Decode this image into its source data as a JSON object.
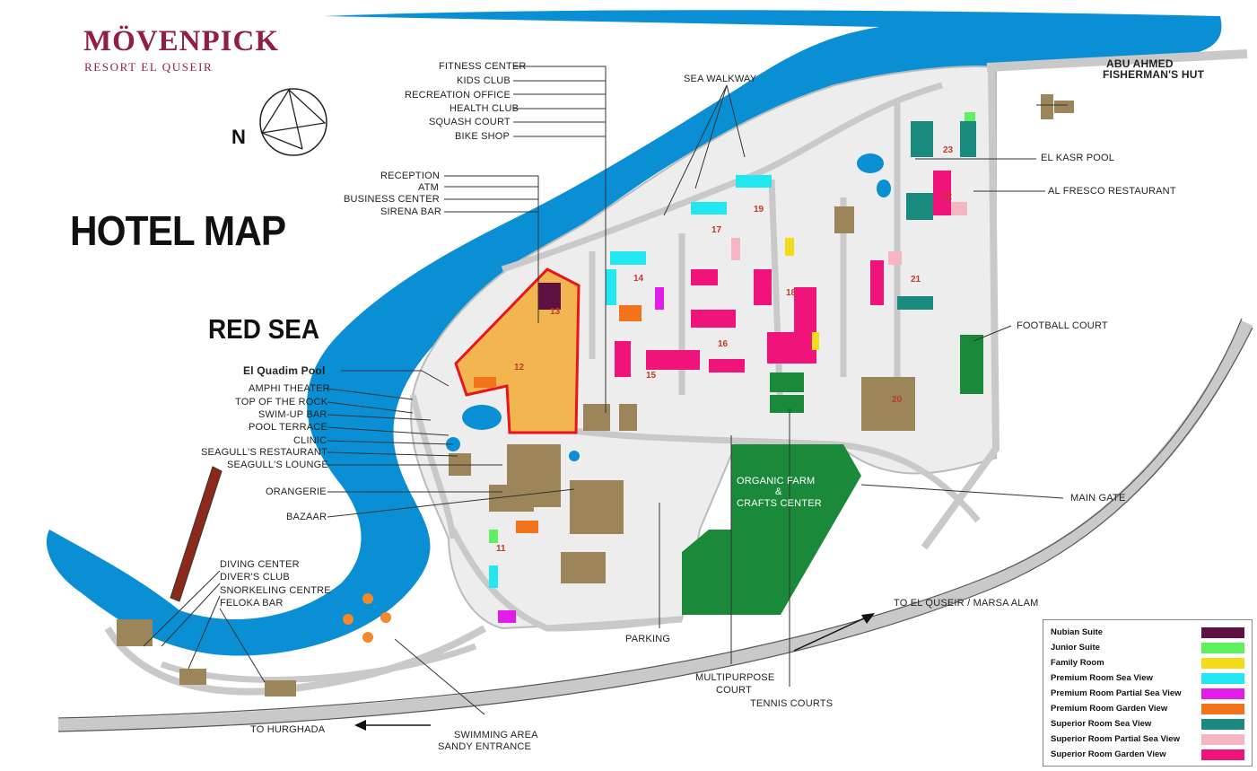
{
  "brand": {
    "name": "MÖVENPICK",
    "subtitle": "RESORT EL QUSEIR",
    "color": "#8f1f46"
  },
  "compass": {
    "label": "N"
  },
  "title": "HOTEL MAP",
  "sea_label": "RED SEA",
  "labels": {
    "fitness_center": "FITNESS CENTER",
    "kids_club": "KIDS CLUB",
    "recreation_office": "RECREATION OFFICE",
    "health_club": "HEALTH CLUB",
    "squash_court": "SQUASH COURT",
    "bike_shop": "BIKE SHOP",
    "reception": "RECEPTION",
    "atm": "ATM",
    "business_center": "BUSINESS CENTER",
    "sirena_bar": "SIRENA BAR",
    "sea_walkway": "SEA WALKWAY",
    "abu_ahmed": "ABU  AHMED",
    "fishermans_hut": "FISHERMAN'S HUT",
    "el_kasr_pool": "EL KASR POOL",
    "al_fresco": "AL FRESCO RESTAURANT",
    "football_court": "FOOTBALL COURT",
    "el_quadim_pool": "El Quadim Pool",
    "amphi_theater": "AMPHI THEATER",
    "top_of_the_rock": "TOP OF THE ROCK",
    "swim_up_bar": "SWIM-UP BAR",
    "pool_terrace": "POOL TERRACE",
    "clinic": "CLINIC",
    "seagulls_restaurant": "SEAGULL'S RESTAURANT",
    "seagulls_lounge": "SEAGULL'S LOUNGE",
    "orangerie": "ORANGERIE",
    "bazaar": "BAZAAR",
    "diving_center": "DIVING CENTER",
    "divers_club": "DIVER'S CLUB",
    "snorkeling": "SNORKELING CENTRE",
    "feloka_bar": "FELOKA BAR",
    "organic_farm_1": "ORGANIC FARM",
    "organic_farm_2": "&",
    "organic_farm_3": "CRAFTS CENTER",
    "main_gate": "MAIN GATE",
    "to_el_quseir": "TO EL QUSEIR / MARSA ALAM",
    "parking": "PARKING",
    "multipurpose_1": "MULTIPURPOSE",
    "multipurpose_2": "COURT",
    "tennis_courts": "TENNIS COURTS",
    "to_hurghada": "TO HURGHADA",
    "swimming_1": "SWIMMING AREA",
    "swimming_2": "SANDY ENTRANCE"
  },
  "block_numbers": {
    "b11": "11",
    "b12": "12",
    "b13": "13",
    "b14": "14",
    "b15": "15",
    "b16": "16",
    "b17": "17",
    "b18": "18",
    "b19": "19",
    "b20": "20",
    "b21": "21",
    "b22": "22",
    "b23": "23"
  },
  "legend": [
    {
      "label": "Nubian Suite",
      "color": "#5e1040"
    },
    {
      "label": "Junior Suite",
      "color": "#5ef05e"
    },
    {
      "label": "Family Room",
      "color": "#f2dc1a"
    },
    {
      "label": "Premium Room Sea View",
      "color": "#22e6f0"
    },
    {
      "label": "Premium Room Partial Sea View",
      "color": "#e11ee8"
    },
    {
      "label": "Premium Room Garden View",
      "color": "#f2731a"
    },
    {
      "label": "Superior Room Sea View",
      "color": "#1a8a7e"
    },
    {
      "label": "Superior Room Partial Sea View",
      "color": "#f5b5c3"
    },
    {
      "label": "Superior Room Garden View",
      "color": "#f0147a"
    }
  ],
  "colors": {
    "sea": "#0a8fd4",
    "path": "#c9c9c9",
    "building": "#9c8558",
    "farm": "#1a8a3a",
    "highlight": "#e8141e",
    "highlight_fill": "#f4a21a",
    "pier": "#8b2a1a",
    "buoy": "#f08a2a"
  }
}
